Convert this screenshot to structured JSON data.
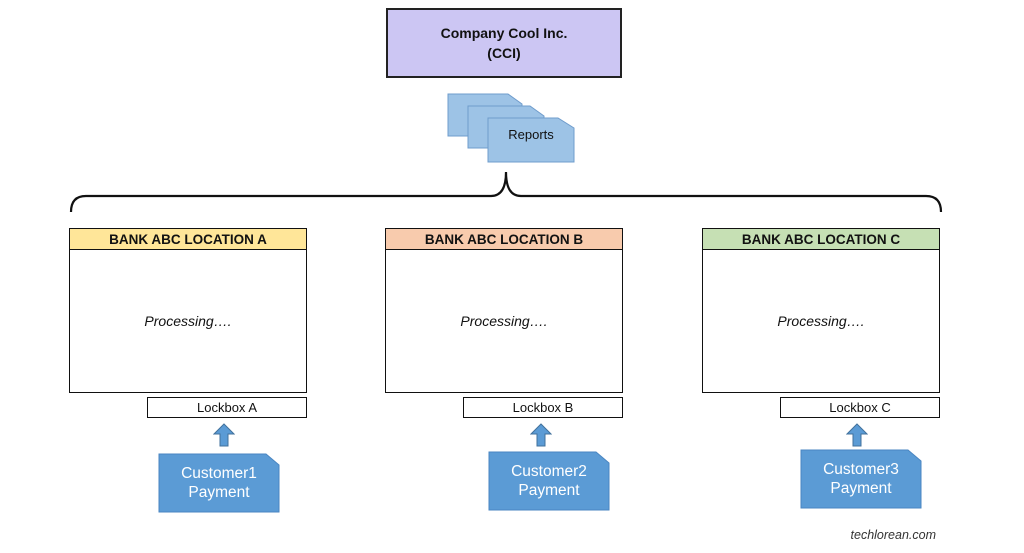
{
  "company": {
    "line1": "Company Cool Inc.",
    "line2": "(CCI)"
  },
  "reports": {
    "label": "Reports"
  },
  "banks": [
    {
      "title": "BANK ABC LOCATION A",
      "status": "Processing….",
      "lockbox": "Lockbox A",
      "header_color": "#ffe699",
      "payment_line1": "Customer1",
      "payment_line2": "Payment"
    },
    {
      "title": "BANK ABC LOCATION B",
      "status": "Processing….",
      "lockbox": "Lockbox B",
      "header_color": "#f8cbad",
      "payment_line1": "Customer2",
      "payment_line2": "Payment"
    },
    {
      "title": "BANK ABC LOCATION C",
      "status": "Processing….",
      "lockbox": "Lockbox C",
      "header_color": "#c6e0b4",
      "payment_line1": "Customer3",
      "payment_line2": "Payment"
    }
  ],
  "colors": {
    "company_fill": "#ccc6f3",
    "document_fill": "#9dc3e6",
    "payment_fill": "#5b9bd5",
    "arrow_fill": "#5b9bd5"
  },
  "watermark": "techlorean.com"
}
